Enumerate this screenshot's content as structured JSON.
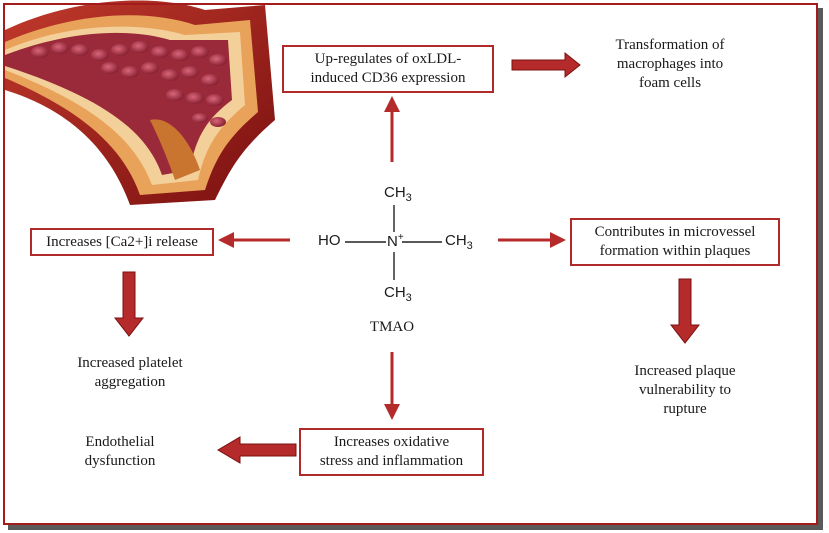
{
  "boxes": {
    "cd36": "Up-regulates of oxLDL-\ninduced CD36 expression",
    "calcium": "Increases [Ca2+]i release",
    "microvessel": "Contributes in microvessel\nformation within plaques",
    "oxidative": "Increases oxidative\nstress and inflammation"
  },
  "outcomes": {
    "foam_cells": "Transformation of\nmacrophages into\nfoam cells",
    "platelet": "Increased platelet\naggregation",
    "plaque": "Increased plaque\nvulnerability to\nrupture",
    "endothelial": "Endothelial\ndysfunction"
  },
  "molecule": {
    "name": "TMAO",
    "ho": "HO",
    "n": "N",
    "charge": "+",
    "ch": "CH",
    "sub3": "3"
  },
  "colors": {
    "arrow": "#b52a2a",
    "border": "#a31c1c",
    "box_border": "#b02a2a"
  }
}
